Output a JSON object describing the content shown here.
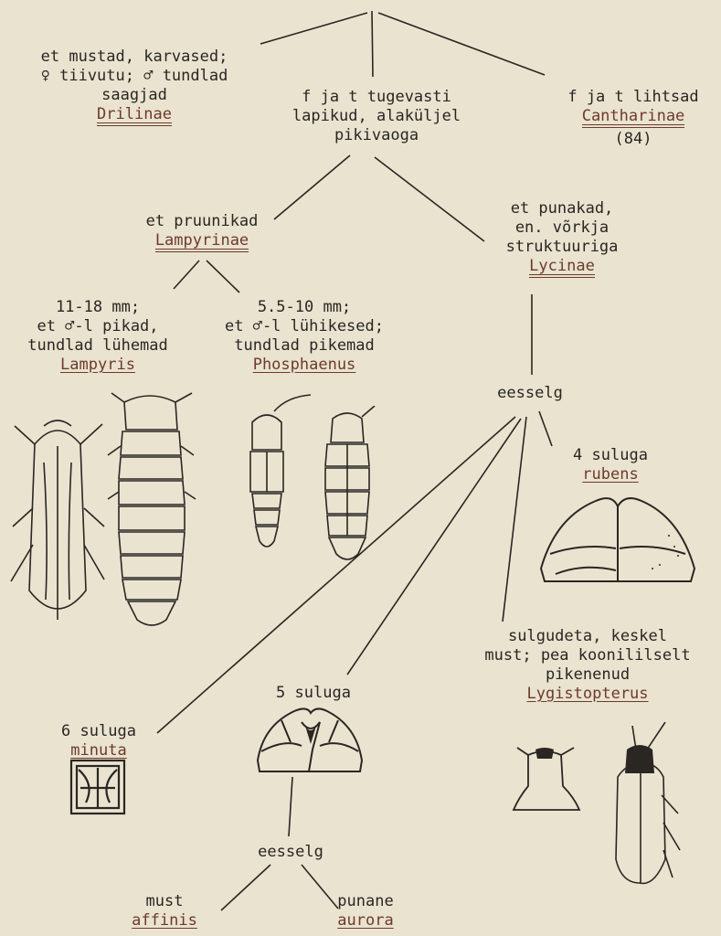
{
  "drilinae": {
    "lines": [
      "et mustad, karvased;",
      "♀ tiivutu; ♂ tundlad",
      "saagjad"
    ],
    "taxon": "Drilinae"
  },
  "lampyr_group": {
    "lines": [
      "f ja t tugevasti",
      "lapikud, alaküljel",
      "pikivaoga"
    ]
  },
  "cantharinae": {
    "lines": [
      "f ja t lihtsad"
    ],
    "taxon": "Cantharinae",
    "ref": "(84)"
  },
  "lampyrinae": {
    "lines": [
      "et pruunikad"
    ],
    "taxon": "Lampyrinae"
  },
  "lycinae": {
    "lines": [
      "et punakad,",
      "en. võrkja",
      "struktuuriga"
    ],
    "taxon": "Lycinae"
  },
  "lampyris": {
    "lines": [
      "11-18 mm;",
      "et ♂-l pikad,",
      "tundlad lühemad"
    ],
    "taxon": "Lampyris"
  },
  "phosphaenus": {
    "lines": [
      "5.5-10 mm;",
      "et ♂-l lühikesed;",
      "tundlad pikemad"
    ],
    "taxon": "Phosphaenus"
  },
  "eesselg_top": {
    "label": "eesselg"
  },
  "rubens": {
    "lines": [
      "4 suluga"
    ],
    "taxon": "rubens"
  },
  "lygistopterus": {
    "lines": [
      "sulgudeta, keskel",
      "must; pea koonililselt",
      "pikenenud"
    ],
    "taxon": "Lygistopterus"
  },
  "five_suluga": {
    "lines": [
      "5 suluga"
    ]
  },
  "minuta": {
    "lines": [
      "6 suluga"
    ],
    "taxon": "minuta"
  },
  "eesselg_bottom": {
    "label": "eesselg"
  },
  "affinis": {
    "lines": [
      "must"
    ],
    "taxon": "affinis"
  },
  "aurora": {
    "lines": [
      "punane"
    ],
    "taxon": "aurora"
  }
}
